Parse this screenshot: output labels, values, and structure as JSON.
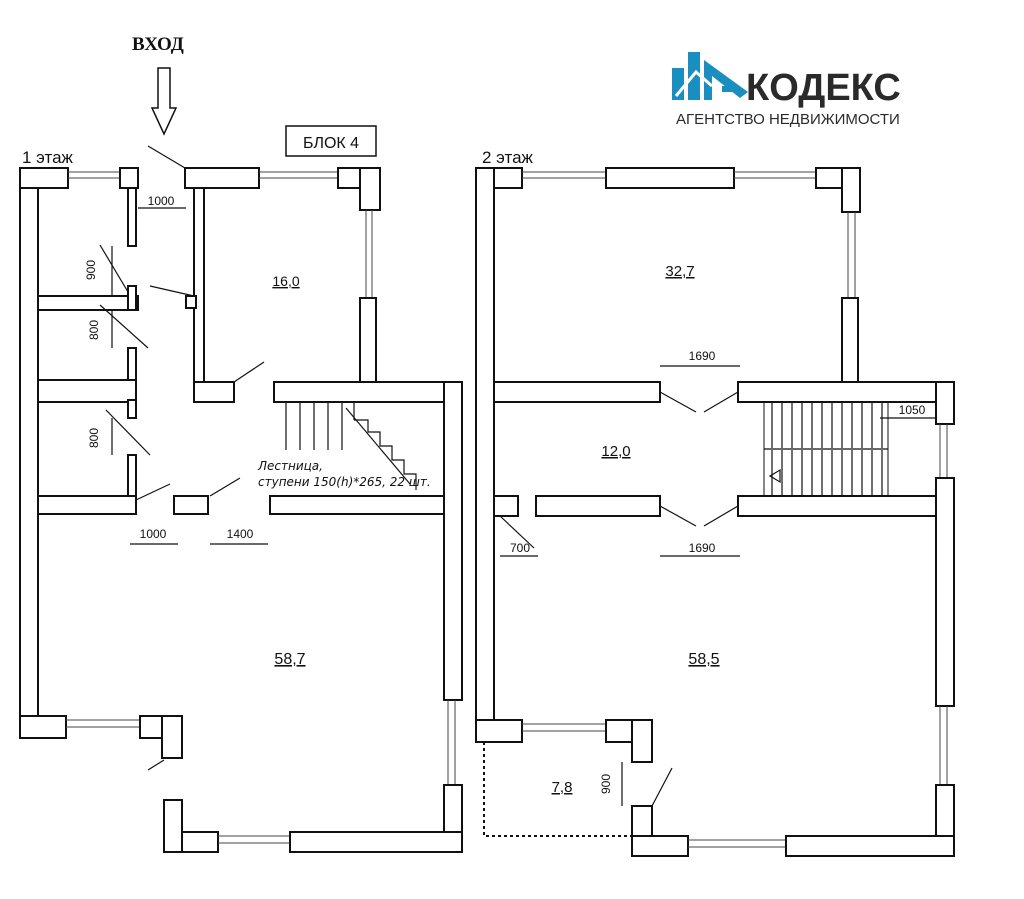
{
  "entrance_label": "ВХОД",
  "block_label": "БЛОК 4",
  "floor1": {
    "title": "1 этаж",
    "rooms": [
      "16,0",
      "58,7"
    ],
    "dims": [
      "1000",
      "900",
      "800",
      "800",
      "1000",
      "1400"
    ],
    "stair_note_line1": "Лестница,",
    "stair_note_line2": "ступени 150(h)*265, 22 шт."
  },
  "floor2": {
    "title": "2 этаж",
    "rooms": [
      "32,7",
      "12,0",
      "58,5",
      "7,8"
    ],
    "dims": [
      "1690",
      "1050",
      "700",
      "1690",
      "900"
    ]
  },
  "logo": {
    "name": "КОДЕКС",
    "tagline": "АГЕНТСТВО НЕДВИЖИМОСТИ",
    "color_primary": "#1a8fbf",
    "color_dark": "#2a2a2a"
  }
}
